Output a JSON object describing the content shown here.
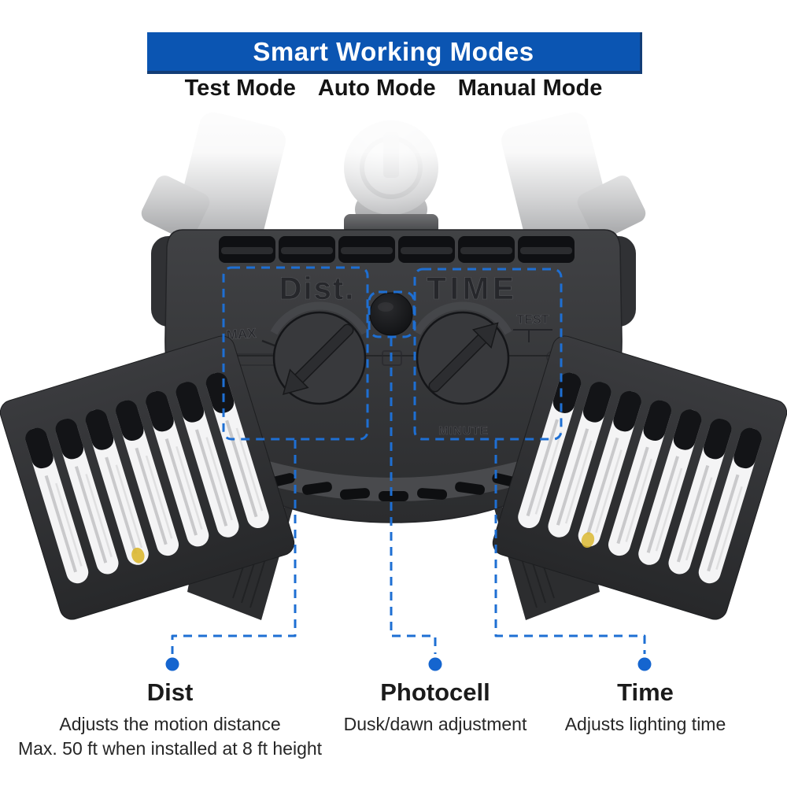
{
  "header": {
    "banner_title": "Smart Working Modes",
    "modes": [
      "Test Mode",
      "Auto Mode",
      "Manual Mode"
    ]
  },
  "device": {
    "left_dial_label": "Dist.",
    "right_dial_label": "TIME",
    "max_marking": "MAX",
    "test_marking": "TEST",
    "minute_marking": "MINUTE"
  },
  "callouts": {
    "dist": {
      "title": "Dist",
      "desc1": "Adjusts the motion distance",
      "desc2": "Max. 50 ft when installed at 8 ft height"
    },
    "photocell": {
      "title": "Photocell",
      "desc1": "Dusk/dawn adjustment"
    },
    "time": {
      "title": "Time",
      "desc1": "Adjusts lighting time"
    }
  },
  "colors": {
    "banner_blue": "#0b55b2",
    "banner_edge": "#123d77",
    "callout_blue": "#1e6fd3",
    "dot_blue": "#1565cf",
    "body_gray": "#37383a",
    "slot_black": "#0f1013"
  }
}
